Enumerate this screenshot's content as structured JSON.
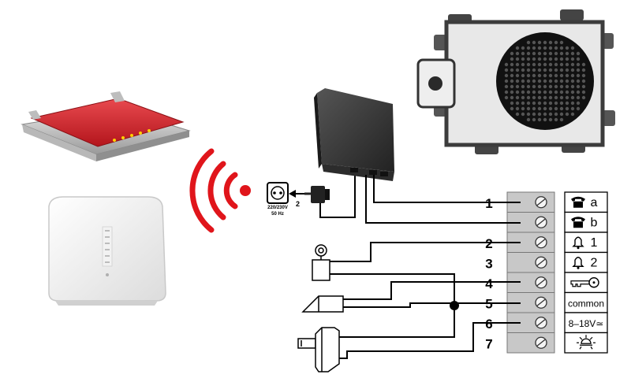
{
  "outlet": {
    "voltage": "220/230V",
    "frequency": "50 Hz",
    "plug_number": "2"
  },
  "terminals": [
    {
      "number": "1",
      "label": "a",
      "icon": "telephone-icon"
    },
    {
      "number": "",
      "label": "b",
      "icon": "telephone-icon"
    },
    {
      "number": "2",
      "label": "1",
      "icon": "bell-icon"
    },
    {
      "number": "3",
      "label": "2",
      "icon": "bell-icon"
    },
    {
      "number": "4",
      "label": "",
      "icon": "key-icon"
    },
    {
      "number": "5",
      "label": "common",
      "icon": ""
    },
    {
      "number": "6",
      "label": "8–18V≃",
      "icon": ""
    },
    {
      "number": "7",
      "label": "",
      "icon": "light-icon"
    }
  ],
  "colors": {
    "router_red": "#d4232b",
    "wifi_red": "#e0151b",
    "terminal_grey": "#c8c8c8",
    "adapter_dark": "#3a3a3a"
  }
}
